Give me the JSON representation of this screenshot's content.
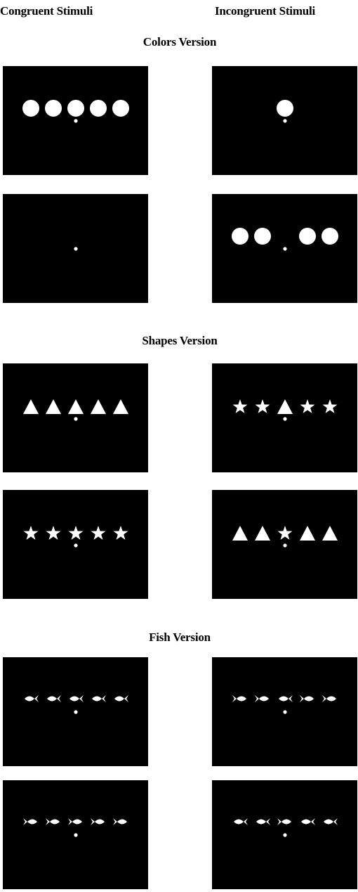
{
  "headers": {
    "congruent": "Congruent Stimuli",
    "incongruent": "Incongruent Stimuli"
  },
  "sections": [
    {
      "title": "Colors Version",
      "rows": [
        {
          "congruent": [
            "circle",
            "circle",
            "circle",
            "circle",
            "circle"
          ],
          "incongruent": [
            "blank",
            "blank",
            "circle",
            "blank",
            "blank"
          ]
        },
        {
          "congruent": [
            "blank",
            "blank",
            "blank",
            "blank",
            "blank"
          ],
          "incongruent": [
            "circle",
            "circle",
            "blank",
            "circle",
            "circle"
          ]
        }
      ]
    },
    {
      "title": "Shapes Version",
      "rows": [
        {
          "congruent": [
            "triangle",
            "triangle",
            "triangle",
            "triangle",
            "triangle"
          ],
          "incongruent": [
            "star",
            "star",
            "triangle",
            "star",
            "star"
          ]
        },
        {
          "congruent": [
            "star",
            "star",
            "star",
            "star",
            "star"
          ],
          "incongruent": [
            "triangle",
            "triangle",
            "star",
            "triangle",
            "triangle"
          ]
        }
      ]
    },
    {
      "title": "Fish Version",
      "rows": [
        {
          "congruent": [
            "fish-left",
            "fish-left",
            "fish-left",
            "fish-left",
            "fish-left"
          ],
          "incongruent": [
            "fish-right",
            "fish-right",
            "fish-left",
            "fish-right",
            "fish-right"
          ]
        },
        {
          "congruent": [
            "fish-right",
            "fish-right",
            "fish-right",
            "fish-right",
            "fish-right"
          ],
          "incongruent": [
            "fish-left",
            "fish-left",
            "fish-right",
            "fish-left",
            "fish-left"
          ]
        }
      ]
    }
  ],
  "colors": {
    "panel": "#000000",
    "stimulus": "#ffffff",
    "page": "#ffffff"
  }
}
